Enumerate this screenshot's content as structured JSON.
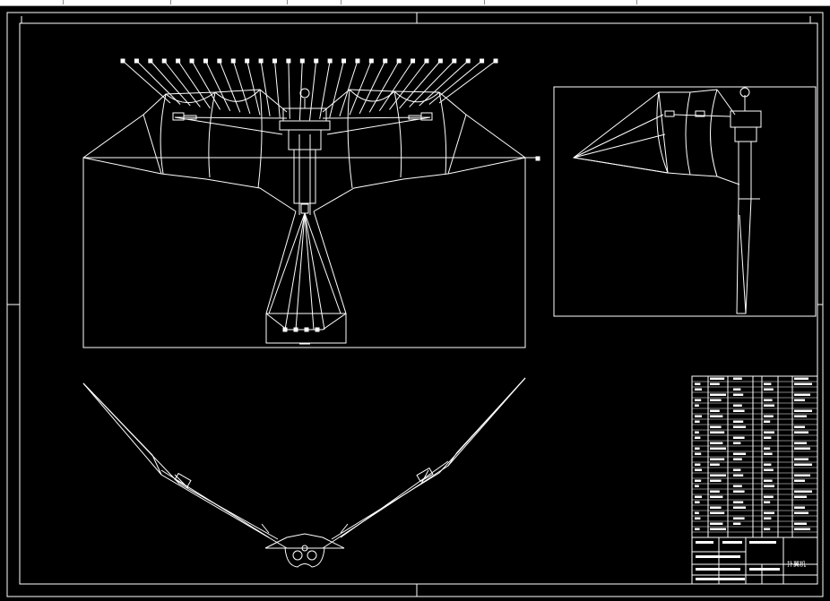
{
  "app": {
    "toolbar_icons": [
      "tool-icon",
      "tool-icon",
      "tool-icon",
      "tool-icon"
    ]
  },
  "drawing": {
    "background": "#000000",
    "line_color": "#ffffff",
    "title_block_text": "扑翼机",
    "views": [
      "front-view",
      "side-view",
      "top-view"
    ],
    "callout_count": 28
  }
}
